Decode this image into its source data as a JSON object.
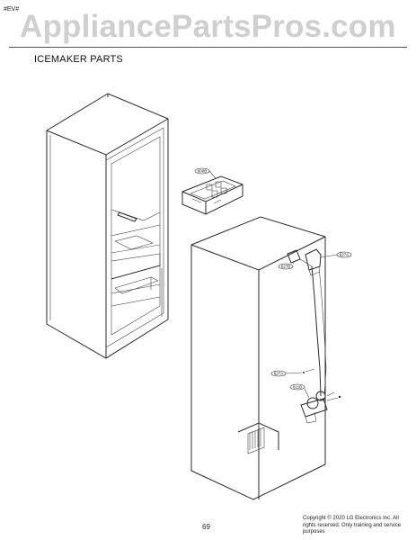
{
  "header": {
    "doc_code": "#EV#",
    "watermark": "AppliancePartsPros.com",
    "section_title": "ICEMAKER PARTS"
  },
  "callouts": [
    "600B",
    "627B",
    "627A",
    "627A",
    "611B"
  ],
  "footer": {
    "page_number": "69",
    "copyright": "Copyright © 2020 LG Electronics Inc. All rights reserved. Only training and service purposes"
  }
}
